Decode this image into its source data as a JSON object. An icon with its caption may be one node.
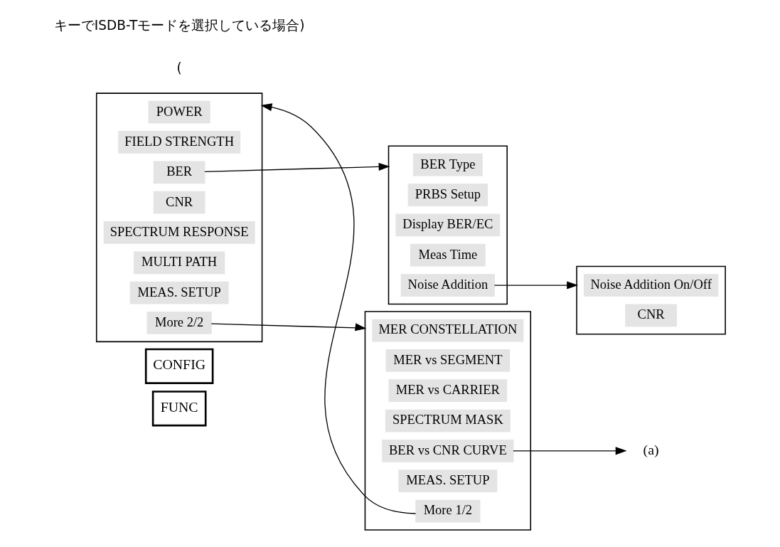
{
  "diagram": {
    "nodes": [
      {
        "text": [
          "FUNC"
        ]
      },
      {
        "text": [
          "CONFIG"
        ]
      },
      {
        "text": [],
        "shape": "bracket"
      },
      {
        "text": [
          "POWER"
        ],
        "in": 2
      },
      {
        "text": [
          "FIELD STRENGTH"
        ],
        "in": 2
      },
      {
        "text": [
          "BER"
        ],
        "in": 2
      },
      {
        "text": [
          "CNR"
        ],
        "in": 2
      },
      {
        "text": [
          "SPECTRUM RESPONSE"
        ],
        "in": 2
      },
      {
        "text": [
          "MULTI PATH"
        ],
        "in": 2
      },
      {
        "text": [
          "MEAS. SETUP"
        ],
        "in": 2
      },
      {
        "text": [
          "More 2/2"
        ],
        "in": 2
      },
      {
        "text": [],
        "shape": "bracket"
      },
      {
        "text": [
          "BER Type"
        ],
        "in": 11
      },
      {
        "text": [
          "PRBS Setup"
        ],
        "in": 11
      },
      {
        "text": [
          "Display BER/EC"
        ],
        "in": 11
      },
      {
        "text": [
          "Meas Time"
        ],
        "in": 11
      },
      {
        "text": [
          "Noise Addition"
        ],
        "in": 11
      },
      {
        "text": [],
        "shape": "bracket"
      },
      {
        "text": [
          "Noise Addition On/Off"
        ],
        "in": 17
      },
      {
        "text": [
          "CNR"
        ],
        "in": 17
      },
      {
        "text": [],
        "shape": "bracket"
      },
      {
        "text": [
          "MER CONSTELLATION"
        ],
        "in": 20
      },
      {
        "text": [
          "MER vs SEGMENT"
        ],
        "in": 20
      },
      {
        "text": [
          "MER vs CARRIER"
        ],
        "in": 20
      },
      {
        "text": [
          "SPECTRUM MASK"
        ],
        "in": 20
      },
      {
        "text": [
          "BER vs CNR CURVE"
        ],
        "in": 20
      },
      {
        "text": [
          "MEAS. SETUP"
        ],
        "in": 20
      },
      {
        "text": [
          "More 1/2"
        ],
        "in": 20
      },
      {
        "text": [
          "(a)"
        ]
      }
    ],
    "edges": [
      {
        "from": 5,
        "to": 11,
        "arrow": "to"
      },
      {
        "from": 16,
        "to": 17,
        "arrow": "to"
      },
      {
        "from": 10,
        "to": 20,
        "arrow": "to"
      },
      {
        "from": 27,
        "to": 2,
        "arrow": "to"
      },
      {
        "from": 25,
        "to": 28,
        "arrow": "to"
      }
    ],
    "labels": [
      "(",
      "キーでISDB-Tモードを選択している場合)"
    ]
  }
}
